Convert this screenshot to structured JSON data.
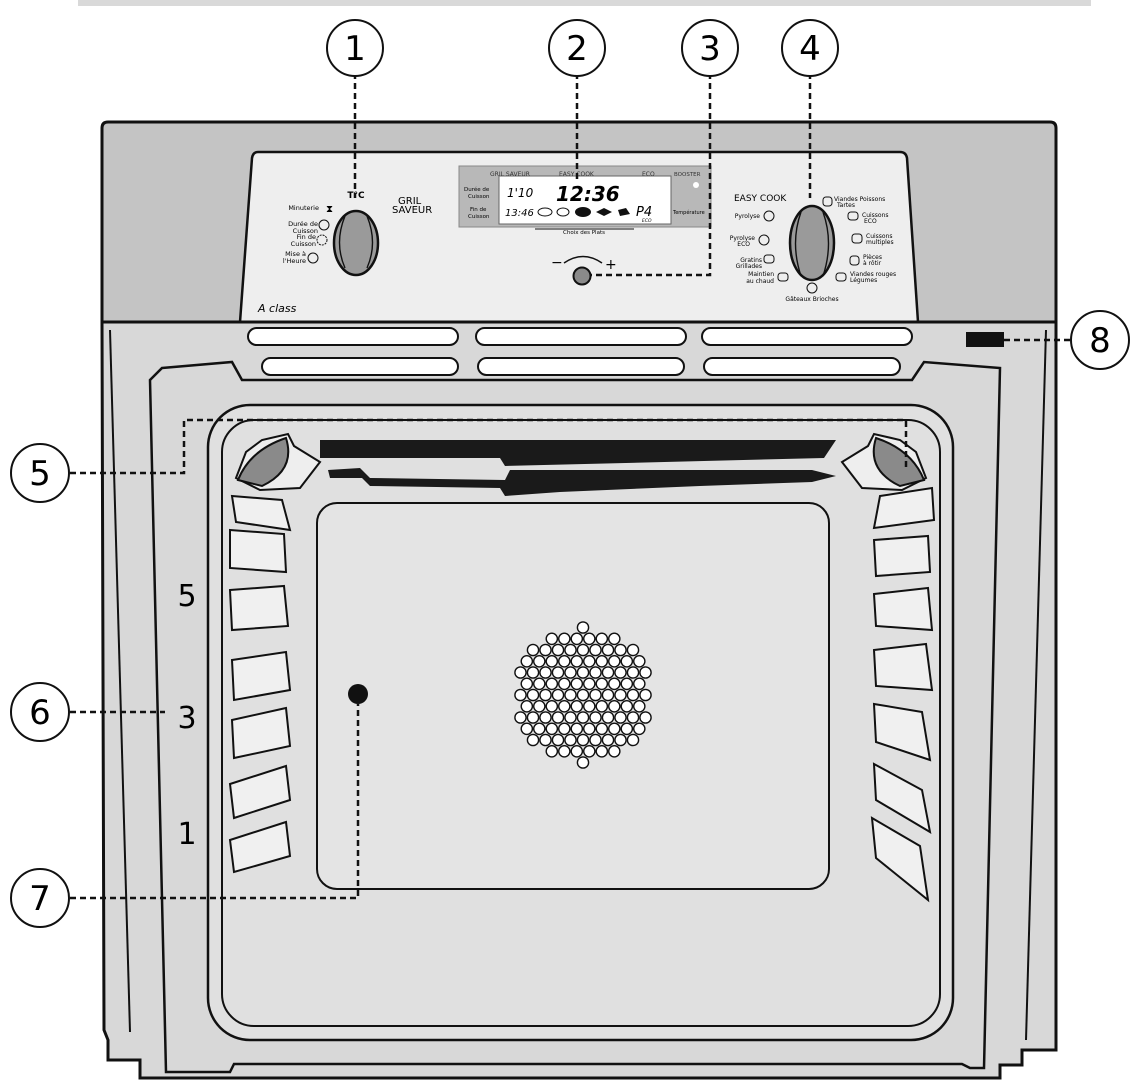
{
  "callouts": [
    {
      "num": "1"
    },
    {
      "num": "2"
    },
    {
      "num": "3"
    },
    {
      "num": "4"
    },
    {
      "num": "5"
    },
    {
      "num": "6"
    },
    {
      "num": "7"
    },
    {
      "num": "8"
    }
  ],
  "left_panel": {
    "knob_top_symbol": "T°C",
    "gril_label_1": "GRIL",
    "gril_label_2": "SAVEUR",
    "items": [
      "Minuterie",
      "Durée de",
      "Cuisson",
      "Fin de",
      "Cuisson",
      "Mise à",
      "l'Heure"
    ],
    "brand": "A class"
  },
  "display": {
    "header_gril": "GRIL SAVEUR",
    "header_easy": "EASY COOK",
    "header_eco": "ECO",
    "header_booster": "BOOSTER",
    "side_top_1": "Durée de",
    "side_top_2": "Cuisson",
    "side_bot_1": "Fin de",
    "side_bot_2": "Cuisson",
    "val_duration": "1'10",
    "val_clock": "12:36",
    "val_end": "13:46",
    "val_program": "P4",
    "val_eco": "ECO",
    "temperature_label": "Température",
    "choix_label": "Choix des Plats",
    "minus": "−",
    "plus": "+"
  },
  "right_panel": {
    "easy_cook": "EASY COOK",
    "left_items": [
      "Pyrolyse",
      "Pyrolyse",
      "ECO",
      "Gratins",
      "Grillades",
      "Maintien",
      "au chaud"
    ],
    "right_items": [
      "Viandes Poissons",
      "Tartes",
      "Cuissons",
      "ECO",
      "Cuissons",
      "multiples",
      "Pièces",
      "à rôtir",
      "Viandes rouges",
      "Légumes"
    ],
    "bottom_item": "Gâteaux Brioches"
  },
  "rack_levels": [
    "5",
    "3",
    "1"
  ]
}
